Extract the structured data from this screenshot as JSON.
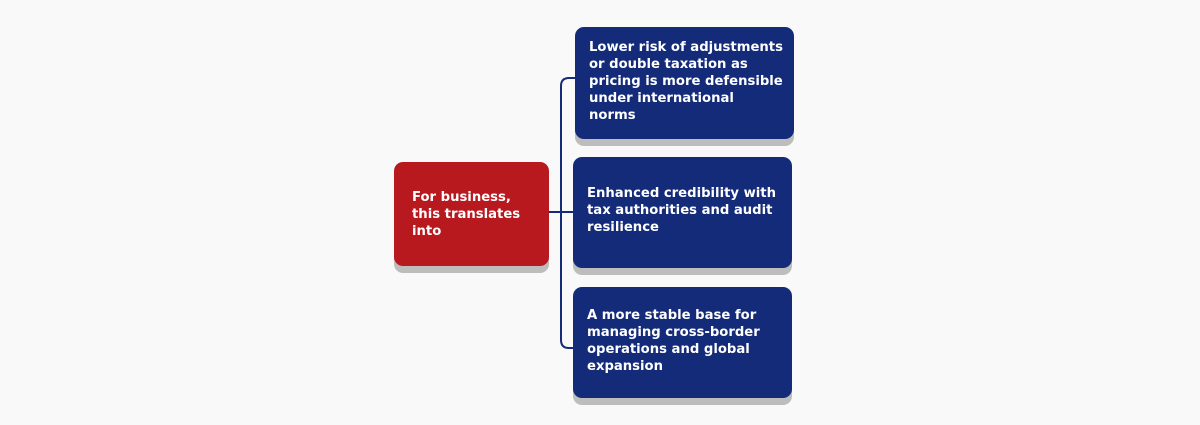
{
  "diagram": {
    "type": "tree",
    "colors": {
      "background": "#f9f9fa",
      "root_fill": "#b8191f",
      "leaf_fill": "#142b7a",
      "connector": "#142b7a",
      "shadow": "#bdbdbd",
      "text": "#ffffff"
    },
    "root": {
      "label": "For business, this translates into"
    },
    "children": [
      {
        "label": "Lower risk of adjustments or double taxation as pricing is more defensible under international norms"
      },
      {
        "label": "Enhanced credibility with tax authorities and audit resilience"
      },
      {
        "label": "A more stable base for managing cross-border operations and global expansion"
      }
    ]
  }
}
